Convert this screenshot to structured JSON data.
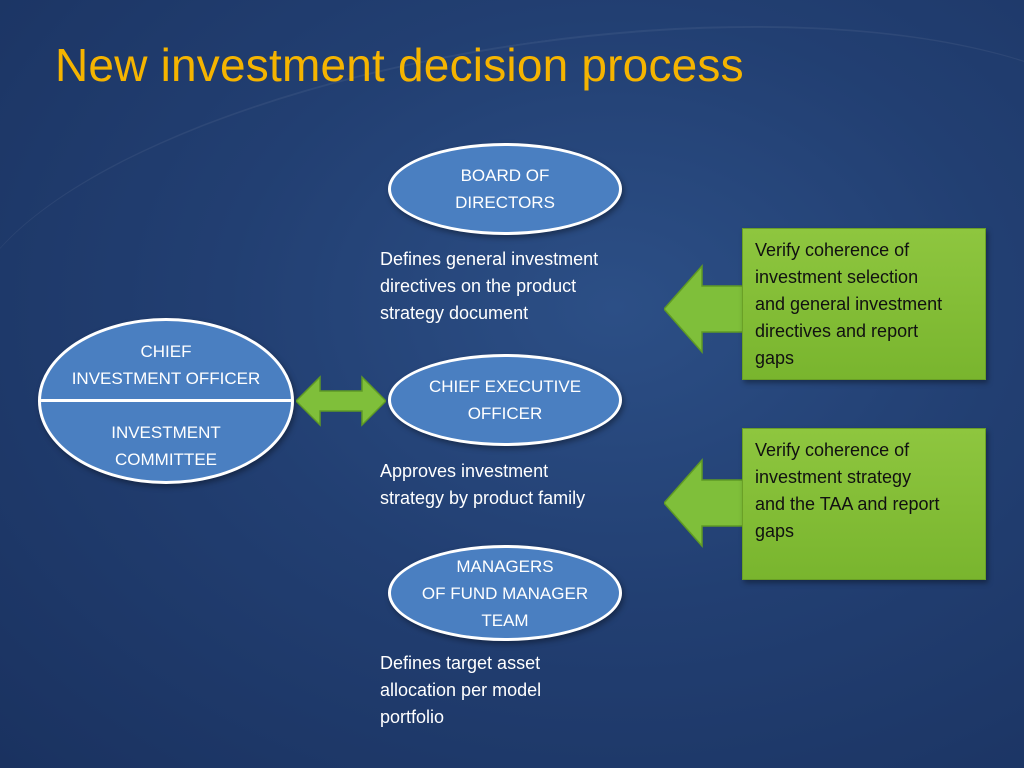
{
  "slide": {
    "title": "New investment decision process"
  },
  "nodes": {
    "board": "BOARD OF\nDIRECTORS",
    "cio": "CHIEF\nINVESTMENT OFFICER",
    "committee": "INVESTMENT\nCOMMITTEE",
    "ceo": "CHIEF EXECUTIVE\nOFFICER",
    "managers": "MANAGERS\nOF FUND MANAGER\nTEAM"
  },
  "descriptions": {
    "board": "Defines general investment\ndirectives on the product\nstrategy document",
    "ceo": "Approves investment\nstrategy by product family",
    "managers": "Defines target asset\nallocation per model\nportfolio"
  },
  "checks": {
    "top": "Verify coherence of\ninvestment selection\nand general investment\ndirectives and report\ngaps",
    "bottom": "Verify coherence of\ninvestment strategy\nand the TAA and report\ngaps"
  },
  "colors": {
    "title": "#f5b400",
    "node_fill": "#4a7fc1",
    "check_fill": "#8ec63f",
    "arrow_fill": "#7fbf3a"
  }
}
